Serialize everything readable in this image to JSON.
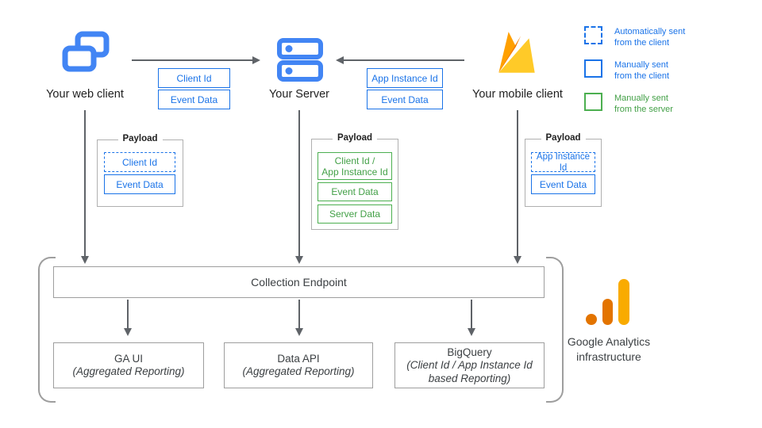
{
  "clients": {
    "web": {
      "label": "Your web client"
    },
    "server": {
      "label": "Your Server"
    },
    "mobile": {
      "label": "Your mobile client"
    }
  },
  "transit_tags": {
    "web_to_server": {
      "tag1": "Client Id",
      "tag2": "Event Data"
    },
    "mobile_to_server": {
      "tag1": "App Instance Id",
      "tag2": "Event Data"
    }
  },
  "legend": {
    "items": [
      {
        "text": "Automatically sent\nfrom the client",
        "style": "dashed-blue"
      },
      {
        "text": "Manually sent\nfrom the client",
        "style": "solid-blue"
      },
      {
        "text": "Manually sent\nfrom the server",
        "style": "solid-green"
      }
    ]
  },
  "payloads": {
    "web": {
      "title": "Payload",
      "items": [
        "Client Id",
        "Event Data"
      ]
    },
    "server": {
      "title": "Payload",
      "items": [
        "Client Id /\nApp Instance Id",
        "Event Data",
        "Server Data"
      ]
    },
    "mobile": {
      "title": "Payload",
      "items": [
        "App Instance Id",
        "Event Data"
      ]
    }
  },
  "infrastructure": {
    "collection_endpoint": "Collection Endpoint",
    "outputs": [
      {
        "title": "GA UI",
        "subtitle": "(Aggregated Reporting)"
      },
      {
        "title": "Data API",
        "subtitle": "(Aggregated Reporting)"
      },
      {
        "title": "BigQuery",
        "subtitle": "(Client Id / App Instance Id based Reporting)"
      }
    ],
    "caption": "Google Analytics\ninfrastructure"
  },
  "colors": {
    "tag_blue": "#1a73e8",
    "tag_green": "#4caf50",
    "icon_blue": "#4285f4",
    "arrow_gray": "#5f6368",
    "border_gray": "#9e9e9e",
    "text_dark": "#3c4043",
    "ga_orange": "#e37400",
    "ga_yellow": "#f9ab00",
    "firebase_amber": "#ffa000",
    "firebase_orange": "#f57c00",
    "firebase_yellow": "#ffca28"
  }
}
